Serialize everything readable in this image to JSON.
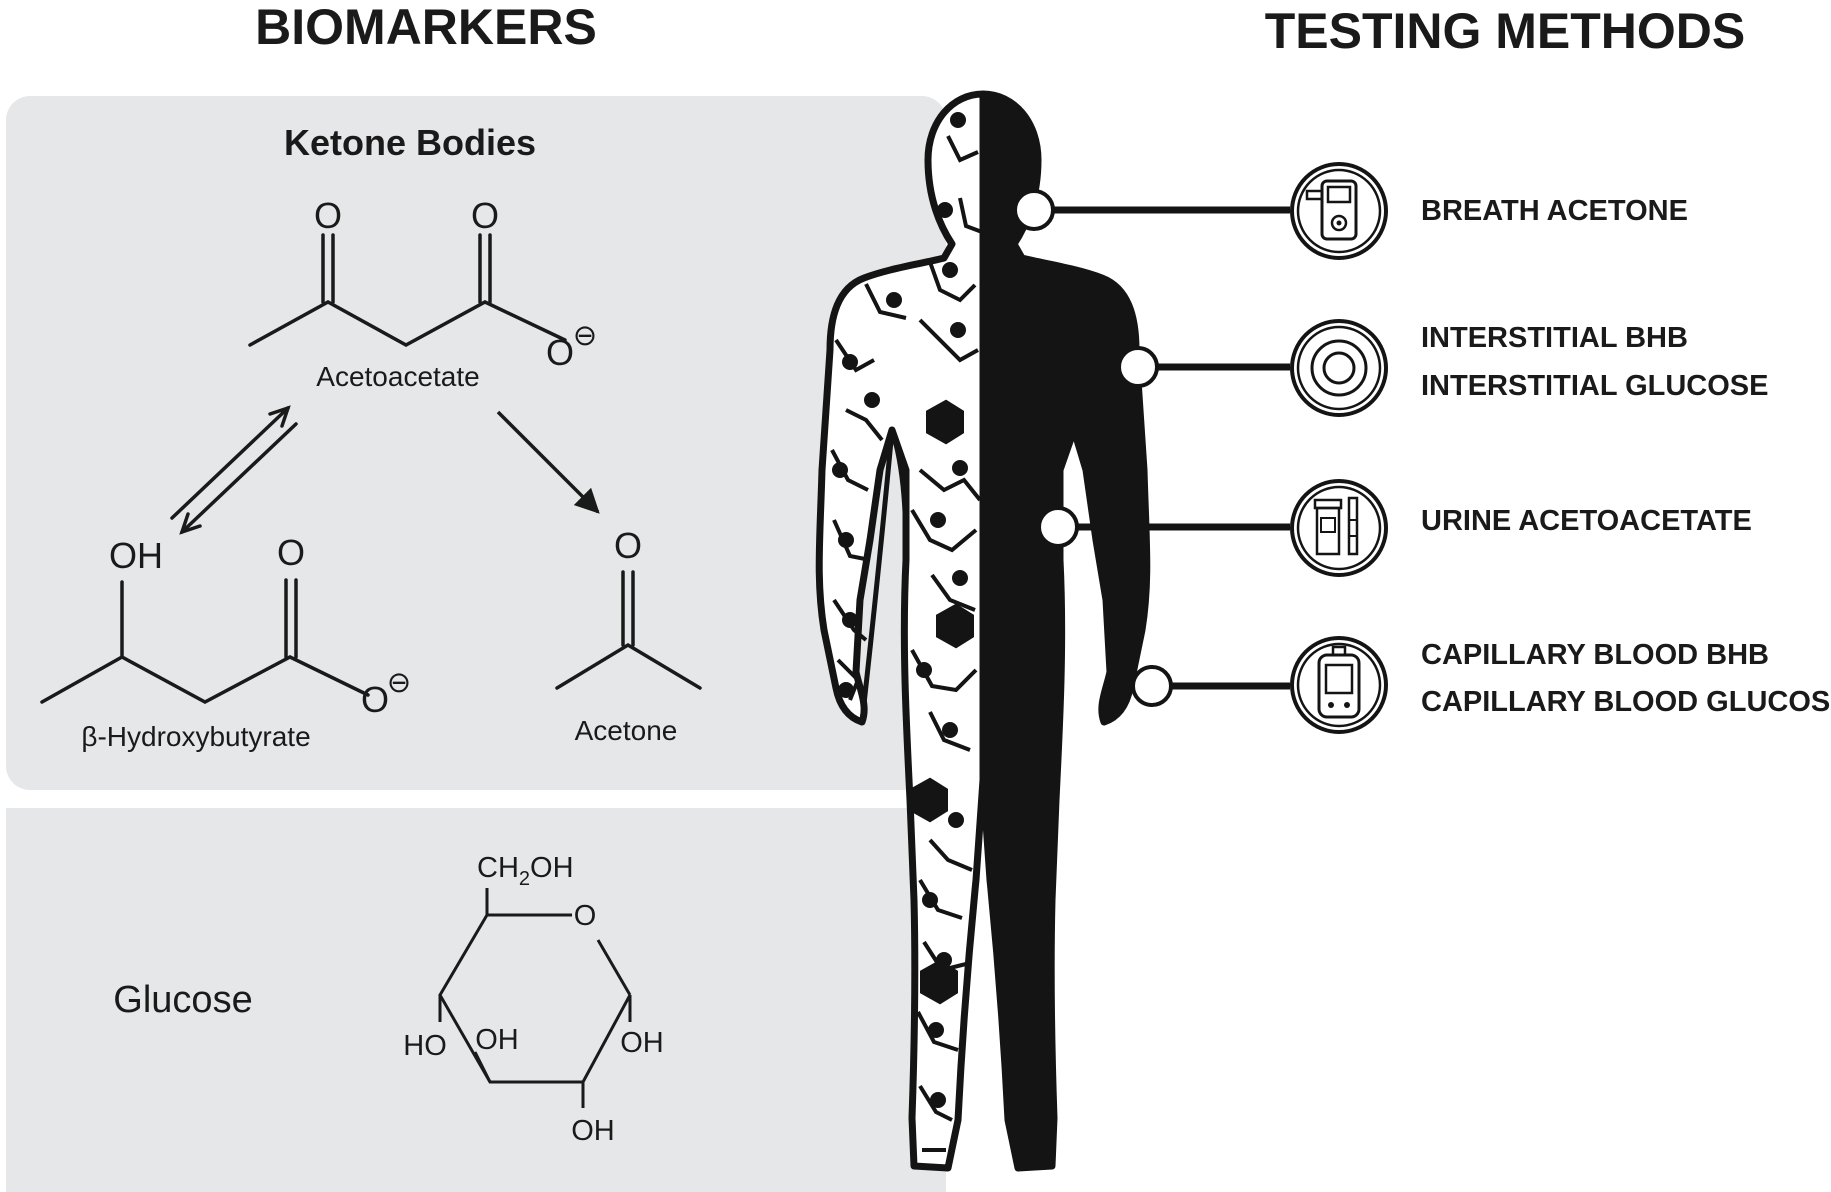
{
  "headings": {
    "biomarkers": "BIOMARKERS",
    "testing_methods": "TESTING METHODS"
  },
  "ketone_panel": {
    "title": "Ketone Bodies",
    "acetoacetate": {
      "name": "Acetoacetate",
      "oxygen_1": "O",
      "oxygen_2": "O",
      "oxygen_anion": "O",
      "charge": "⊖"
    },
    "hydroxybutyrate": {
      "name": "β-Hydroxybutyrate",
      "hydroxyl": "OH",
      "oxygen": "O",
      "oxygen_anion": "O",
      "charge": "⊖"
    },
    "acetone": {
      "name": "Acetone",
      "oxygen": "O"
    }
  },
  "glucose_panel": {
    "name": "Glucose",
    "ch2oh_ch": "CH",
    "ch2oh_sub": "2",
    "ch2oh_oh": "OH",
    "ring_oxygen": "O",
    "oh_left_outer": "HO",
    "oh_left_inner": "OH",
    "oh_right": "OH",
    "oh_bottom": "OH"
  },
  "methods": [
    {
      "icon": "breath-analyzer-icon",
      "lines": [
        "BREATH ACETONE"
      ]
    },
    {
      "icon": "sensor-patch-icon",
      "lines": [
        "INTERSTITIAL BHB",
        "INTERSTITIAL GLUCOSE"
      ]
    },
    {
      "icon": "urine-cup-strip-icon",
      "lines": [
        "URINE ACETOACETATE"
      ]
    },
    {
      "icon": "glucose-meter-icon",
      "lines": [
        "CAPILLARY BLOOD BHB",
        "CAPILLARY BLOOD GLUCOSE"
      ]
    }
  ],
  "colors": {
    "panel_background": "#e6e7e8",
    "ink": "#1a1a1a",
    "body_fill": "#141414"
  }
}
